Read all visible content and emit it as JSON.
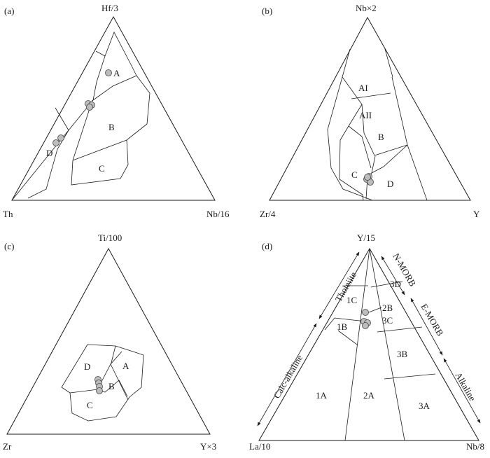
{
  "panels": {
    "a": {
      "tag": "(a)",
      "apices": {
        "top": "Hf/3",
        "left": "Th",
        "right": "Nb/16"
      },
      "fields": {
        "A": "A",
        "B": "B",
        "C": "C",
        "D": "D"
      }
    },
    "b": {
      "tag": "(b)",
      "apices": {
        "top": "Nb×2",
        "left": "Zr/4",
        "right": "Y"
      },
      "fields": {
        "AI": "AI",
        "AII": "AII",
        "B": "B",
        "C": "C",
        "D": "D"
      }
    },
    "c": {
      "tag": "(c)",
      "apices": {
        "top": "Ti/100",
        "left": "Zr",
        "right": "Y×3"
      },
      "fields": {
        "A": "A",
        "B": "B",
        "C": "C",
        "D": "D"
      }
    },
    "d": {
      "tag": "(d)",
      "apices": {
        "top": "Y/15",
        "left": "La/10",
        "right": "Nb/8"
      },
      "fields": {
        "f1A": "1A",
        "f1B": "1B",
        "f1C": "1C",
        "f2A": "2A",
        "f2B": "2B",
        "f3A": "3A",
        "f3B": "3B",
        "f3C": "3C",
        "f3D": "3D"
      },
      "series_labels": {
        "tholeiite": "Tholeiite",
        "calc_alkaline": "Calc-alkaline",
        "n_morb": "N-MORB",
        "e_morb": "E-MORB",
        "alkaline": "Alkaline"
      }
    }
  },
  "colors": {
    "ink": "#1a1a1a",
    "sample_fill": "#bdbdbd",
    "sample_stroke": "#444444"
  }
}
